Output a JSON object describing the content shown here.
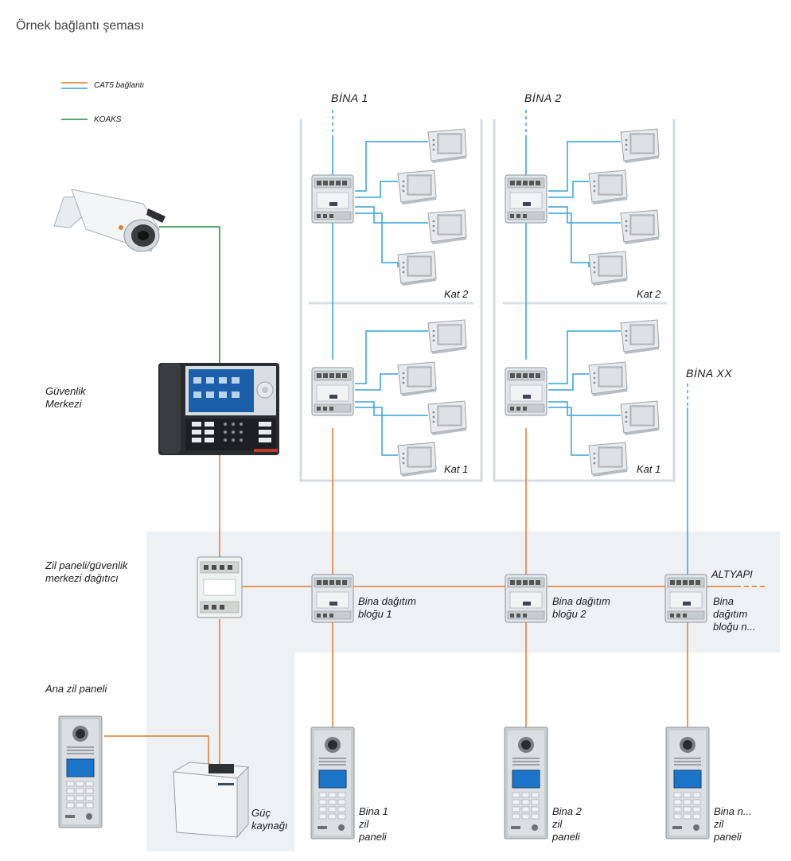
{
  "page": {
    "title": "Örnek bağlantı şeması"
  },
  "legend": {
    "cat5_label": "CAT5 bağlantı",
    "coax_label": "KOAKS",
    "colors": {
      "cat5_orange": "#e07a2e",
      "cat5_blue": "#33a3d9",
      "coax_green": "#1f8f3a"
    }
  },
  "buildings": {
    "b1_title": "BİNA 1",
    "b2_title": "BİNA 2",
    "bxx_title": "BİNA XX",
    "floor_upper": "Kat 2",
    "floor_lower": "Kat 1"
  },
  "labels": {
    "security_center_line1": "Güvenlik",
    "security_center_line2": "Merkezi",
    "distributor_line1": "Zil paneli/güvenlik",
    "distributor_line2": "merkezi dağıtıcı",
    "main_panel": "Ana zil paneli",
    "power_line1": "Güç",
    "power_line2": "kaynağı",
    "dist1_line1": "Bina dağıtım",
    "dist1_line2": "bloğu 1",
    "dist2_line1": "Bina dağıtım",
    "dist2_line2": "bloğu 2",
    "distn_line1": "Bina",
    "distn_line2": "dağıtım",
    "distn_line3": "bloğu n...",
    "infra": "ALTYAPI",
    "panel1_line1": "Bina 1",
    "panel1_line2": "zil",
    "panel1_line3": "paneli",
    "panel2_line1": "Bina 2",
    "panel2_line2": "zil",
    "panel2_line3": "paneli",
    "paneln_line1": "Bina n...",
    "paneln_line2": "zil",
    "paneln_line3": "paneli"
  },
  "icons": [
    "camera-icon",
    "security-console-icon",
    "distributor-icon",
    "monitor-icon",
    "door-panel-icon",
    "power-supply-icon"
  ]
}
